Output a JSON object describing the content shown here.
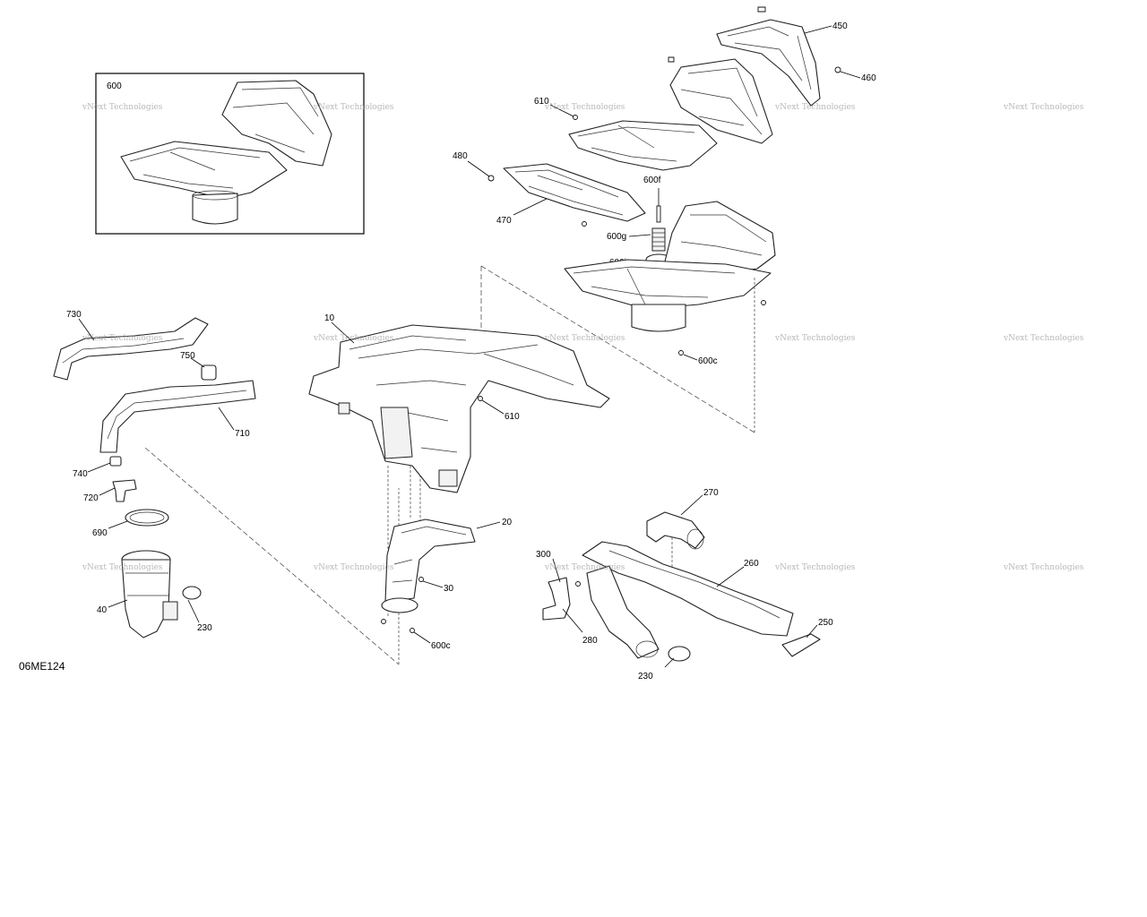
{
  "figure_code": "06ME124",
  "watermark": "vNext Technologies",
  "callouts": {
    "c600": "600",
    "c450": "450",
    "c460": "460",
    "c610a": "610",
    "c480": "480",
    "c470": "470",
    "c600f": "600f",
    "c600g": "600g",
    "c600j": "600j",
    "c600c_top": "600c",
    "c730": "730",
    "c750": "750",
    "c710": "710",
    "c740": "740",
    "c720": "720",
    "c690": "690",
    "c40": "40",
    "c230a": "230",
    "c10": "10",
    "c610b": "610",
    "c20": "20",
    "c30": "30",
    "c600c_bottom": "600c",
    "c270": "270",
    "c260": "260",
    "c300": "300",
    "c280": "280",
    "c250": "250",
    "c230b": "230"
  }
}
